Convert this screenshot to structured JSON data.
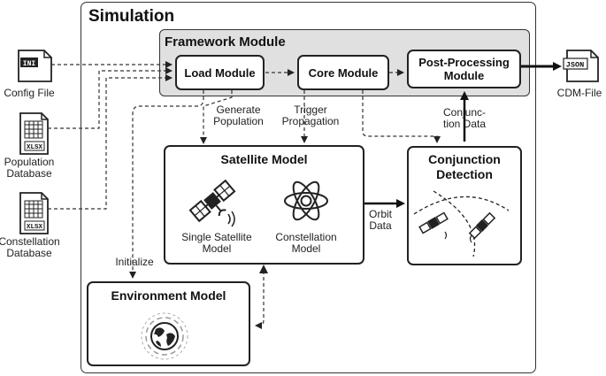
{
  "simulation": {
    "title": "Simulation"
  },
  "framework": {
    "title": "Framework Module"
  },
  "modules": {
    "load": "Load Module",
    "core": "Core Module",
    "post_line1": "Post-Processing",
    "post_line2": "Module"
  },
  "inputs": {
    "config": {
      "badge": "INI",
      "label": "Config File"
    },
    "population": {
      "badge": "XLSX",
      "label_line1": "Population",
      "label_line2": "Database"
    },
    "constellation": {
      "badge": "XLSX",
      "label_line1": "Constellation",
      "label_line2": "Database"
    }
  },
  "output": {
    "badge": "JSON",
    "label": "CDM-File"
  },
  "satellite_model": {
    "title": "Satellite Model",
    "single_line1": "Single Satellite",
    "single_line2": "Model",
    "constellation_line1": "Constellation",
    "constellation_line2": "Model"
  },
  "conjunction_detection": {
    "title_line1": "Conjunction",
    "title_line2": "Detection"
  },
  "environment_model": {
    "title": "Environment Model"
  },
  "flow_labels": {
    "generate_line1": "Generate",
    "generate_line2": "Population",
    "trigger_line1": "Trigger",
    "trigger_line2": "Propagation",
    "conjunction_data_line1": "Conjunc-",
    "conjunction_data_line2": "tion Data",
    "orbit_line1": "Orbit",
    "orbit_line2": "Data",
    "initialize": "Initialize"
  },
  "icons": {
    "file_icon": "file-icon",
    "spreadsheet_icon": "spreadsheet-icon",
    "satellite_icon": "satellite-icon",
    "atom_icon": "atom-icon",
    "globe_icon": "globe-icon"
  }
}
